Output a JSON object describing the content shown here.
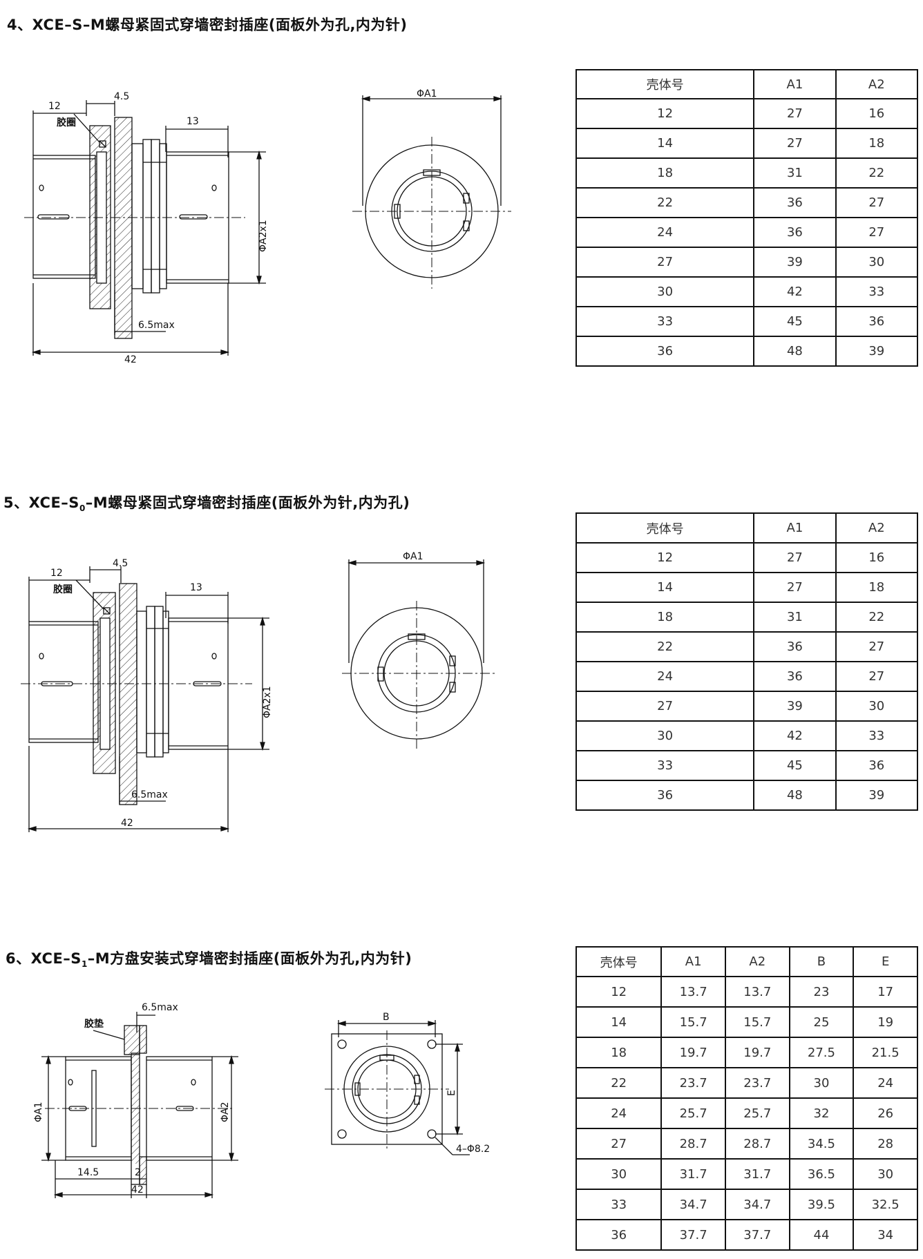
{
  "sections": [
    {
      "title_prefix": "4、XCE–S–M",
      "title_sub": "",
      "title_rest": "螺母紧固式穿墙密封插座(面板外为孔,内为针)",
      "drawing_labels": {
        "dim_12": "12",
        "dim_45": "4.5",
        "dim_13": "13",
        "gasket": "胶圈",
        "dim_a2": "ΦA2x1",
        "dim_65": "6.5max",
        "dim_42": "42",
        "dim_a1": "ΦA1"
      },
      "headers": [
        "壳体号",
        "A1",
        "A2"
      ],
      "rows": [
        [
          "12",
          "27",
          "16"
        ],
        [
          "14",
          "27",
          "18"
        ],
        [
          "18",
          "31",
          "22"
        ],
        [
          "22",
          "36",
          "27"
        ],
        [
          "24",
          "36",
          "27"
        ],
        [
          "27",
          "39",
          "30"
        ],
        [
          "30",
          "42",
          "33"
        ],
        [
          "33",
          "45",
          "36"
        ],
        [
          "36",
          "48",
          "39"
        ]
      ]
    },
    {
      "title_prefix": "5、XCE–S",
      "title_sub": "0",
      "title_rest": "–M螺母紧固式穿墙密封插座(面板外为针,内为孔)",
      "drawing_labels": {
        "dim_12": "12",
        "dim_45": "4.5",
        "dim_13": "13",
        "gasket": "胶圈",
        "dim_a2": "ΦA2x1",
        "dim_65": "6.5max",
        "dim_42": "42",
        "dim_a1": "ΦA1"
      },
      "headers": [
        "壳体号",
        "A1",
        "A2"
      ],
      "rows": [
        [
          "12",
          "27",
          "16"
        ],
        [
          "14",
          "27",
          "18"
        ],
        [
          "18",
          "31",
          "22"
        ],
        [
          "22",
          "36",
          "27"
        ],
        [
          "24",
          "36",
          "27"
        ],
        [
          "27",
          "39",
          "30"
        ],
        [
          "30",
          "42",
          "33"
        ],
        [
          "33",
          "45",
          "36"
        ],
        [
          "36",
          "48",
          "39"
        ]
      ]
    },
    {
      "title_prefix": "6、XCE–S",
      "title_sub": "1",
      "title_rest": "–M方盘安装式穿墙密封插座(面板外为孔,内为针)",
      "drawing_labels": {
        "gasket": "胶垫",
        "dim_65": "6.5max",
        "dim_a1": "ΦA1",
        "dim_a2": "ΦA2",
        "dim_145": "14.5",
        "dim_2": "2",
        "dim_42": "42",
        "dim_b": "B",
        "dim_e": "E",
        "holes": "4–Φ8.2"
      },
      "headers": [
        "壳体号",
        "A1",
        "A2",
        "B",
        "E"
      ],
      "rows": [
        [
          "12",
          "13.7",
          "13.7",
          "23",
          "17"
        ],
        [
          "14",
          "15.7",
          "15.7",
          "25",
          "19"
        ],
        [
          "18",
          "19.7",
          "19.7",
          "27.5",
          "21.5"
        ],
        [
          "22",
          "23.7",
          "23.7",
          "30",
          "24"
        ],
        [
          "24",
          "25.7",
          "25.7",
          "32",
          "26"
        ],
        [
          "27",
          "28.7",
          "28.7",
          "34.5",
          "28"
        ],
        [
          "30",
          "31.7",
          "31.7",
          "36.5",
          "30"
        ],
        [
          "33",
          "34.7",
          "34.7",
          "39.5",
          "32.5"
        ],
        [
          "36",
          "37.7",
          "37.7",
          "44",
          "34"
        ]
      ]
    }
  ]
}
